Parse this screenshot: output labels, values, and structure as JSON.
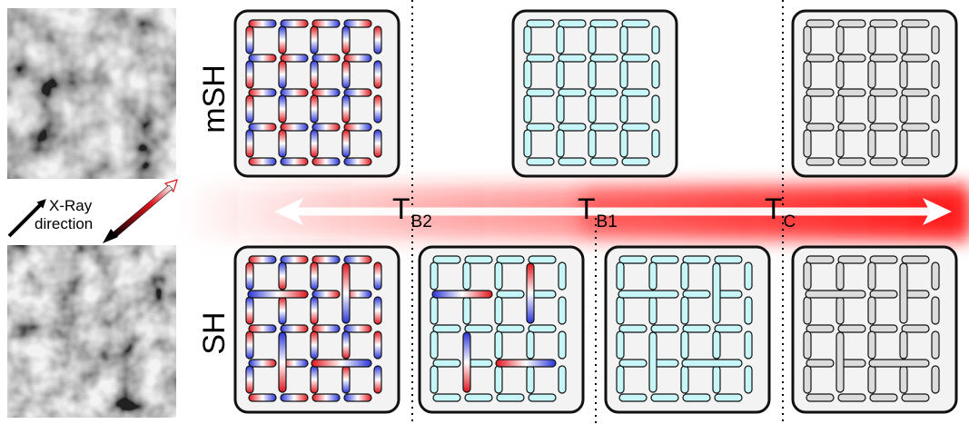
{
  "row_labels": {
    "msh": "mSH",
    "sh": "SH"
  },
  "temperatures": {
    "tb2": {
      "main": "T",
      "sub": "B2"
    },
    "tb1": {
      "main": "T",
      "sub": "B1"
    },
    "tc": {
      "main": "T",
      "sub": "C"
    }
  },
  "xray_label": {
    "line1": "X-Ray",
    "line2": "direction"
  },
  "colors": {
    "red": "#e0141c",
    "blue": "#2833d6",
    "cyan": "#c6f6f8",
    "gray": "#dcdcdc",
    "panel": "#f3f3f3",
    "arrow_glow": "#ff2a2a"
  },
  "panels": [
    {
      "row": "mSH",
      "column": 1,
      "state": "magnetically ordered, frustrated",
      "moment_style": "red-blue gradient"
    },
    {
      "row": "mSH",
      "column": 3,
      "state": "intermediate",
      "moment_style": "cyan"
    },
    {
      "row": "mSH",
      "column": 4,
      "state": "paramagnetic",
      "moment_style": "gray"
    },
    {
      "row": "SH",
      "column": 1,
      "state": "ordered",
      "moment_style": "red-blue gradient"
    },
    {
      "row": "SH",
      "column": 2,
      "state": "partially ordered",
      "moment_style": "cyan with gradient long bars"
    },
    {
      "row": "SH",
      "column": 3,
      "state": "disordered",
      "moment_style": "cyan"
    },
    {
      "row": "SH",
      "column": 4,
      "state": "paramagnetic",
      "moment_style": "gray"
    }
  ],
  "images": [
    {
      "name": "xmcd-msh-image",
      "texture": "noise-gray"
    },
    {
      "name": "xmcd-sh-image",
      "texture": "noise-gray"
    }
  ]
}
